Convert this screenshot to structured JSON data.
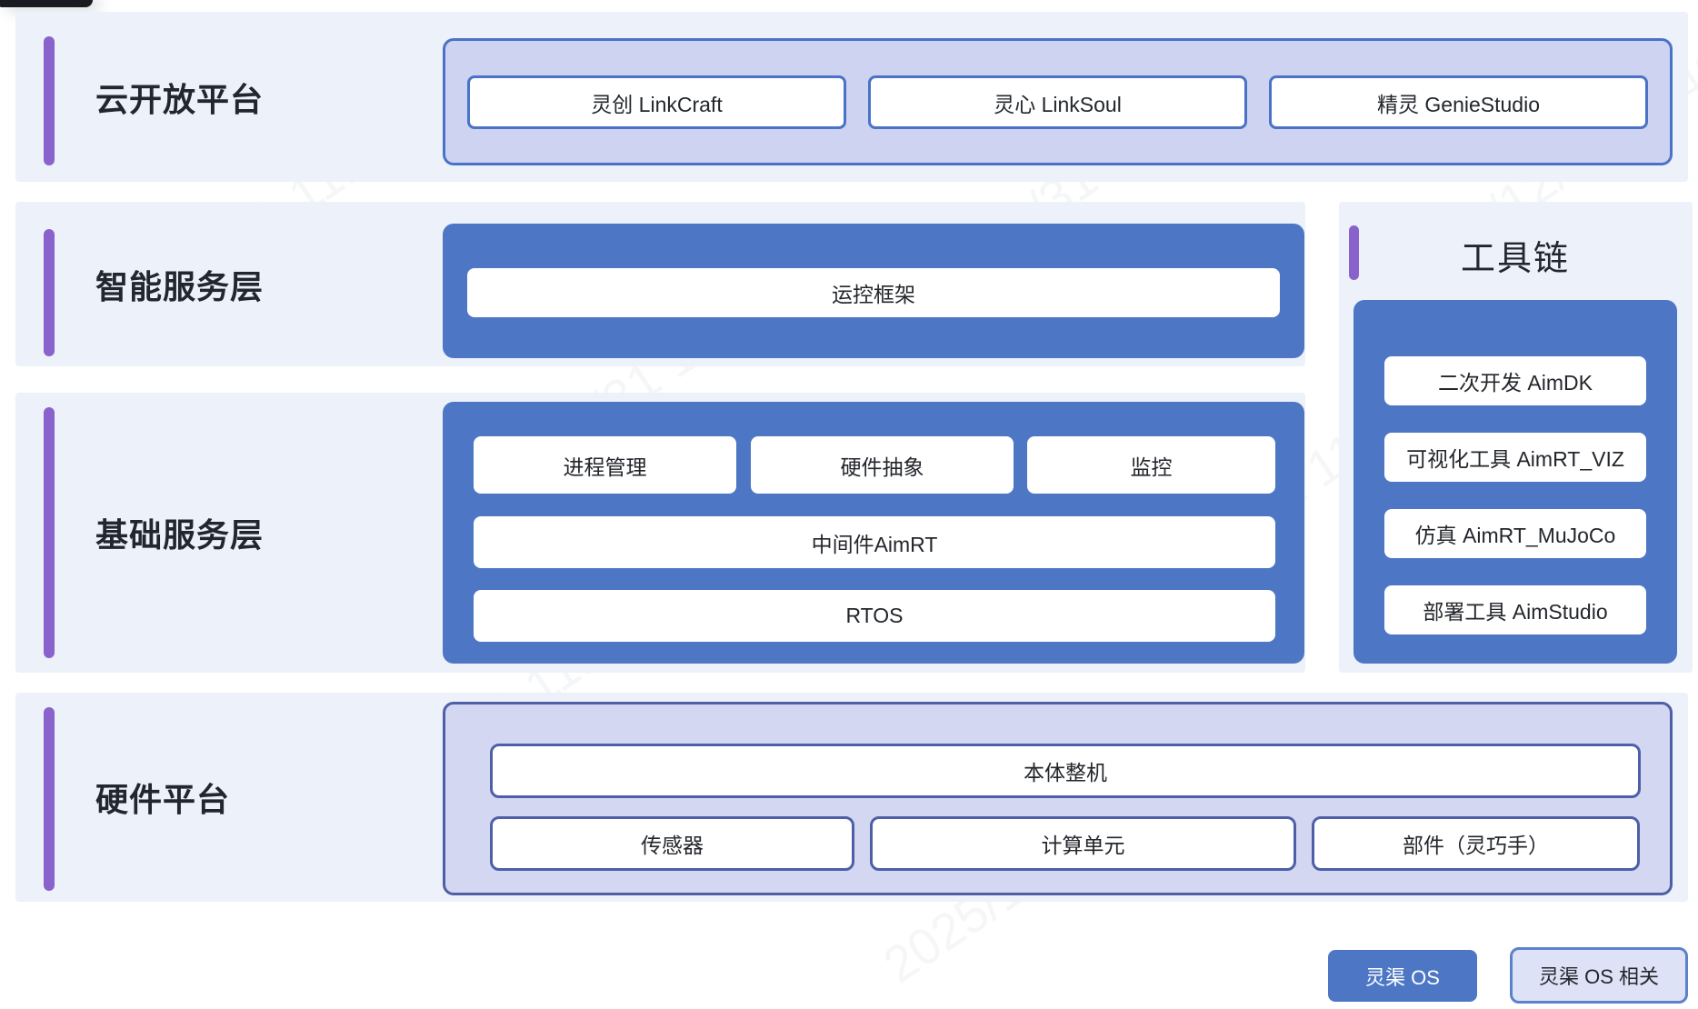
{
  "layers": {
    "cloud": {
      "title": "云开放平台",
      "items": [
        "灵创 LinkCraft",
        "灵心 LinkSoul",
        "精灵 GenieStudio"
      ]
    },
    "intelligent": {
      "title": "智能服务层",
      "items": [
        "运控框架"
      ]
    },
    "foundation": {
      "title": "基础服务层",
      "row1": [
        "进程管理",
        "硬件抽象",
        "监控"
      ],
      "row2": "中间件AimRT",
      "row3": "RTOS"
    },
    "toolchain": {
      "title": "工具链",
      "items": [
        "二次开发 AimDK",
        "可视化工具 AimRT_VIZ",
        "仿真 AimRT_MuJoCo",
        "部署工具 AimStudio"
      ]
    },
    "hardware": {
      "title": "硬件平台",
      "full_width_item": "本体整机",
      "items": [
        "传感器",
        "计算单元",
        "部件（灵巧手）"
      ]
    }
  },
  "legend": {
    "os_label": "灵渠 OS",
    "related_label": "灵渠 OS 相关"
  },
  "watermark": {
    "text": "2025/12/31 11:42"
  },
  "colors": {
    "panel_bg": "#edf1f9",
    "blue_fill": "#4d77c5",
    "blue_border": "#4a73c5",
    "lavender_fill": "#cdd3f0",
    "hardware_lavender_fill": "#d3d7f1",
    "hardware_border": "#4e5fa7",
    "purple_accent": "#8a62cc",
    "legend_chip_bg": "#dde2f6",
    "legend_chip_border": "#5d81cb",
    "title_text": "#23262e"
  }
}
